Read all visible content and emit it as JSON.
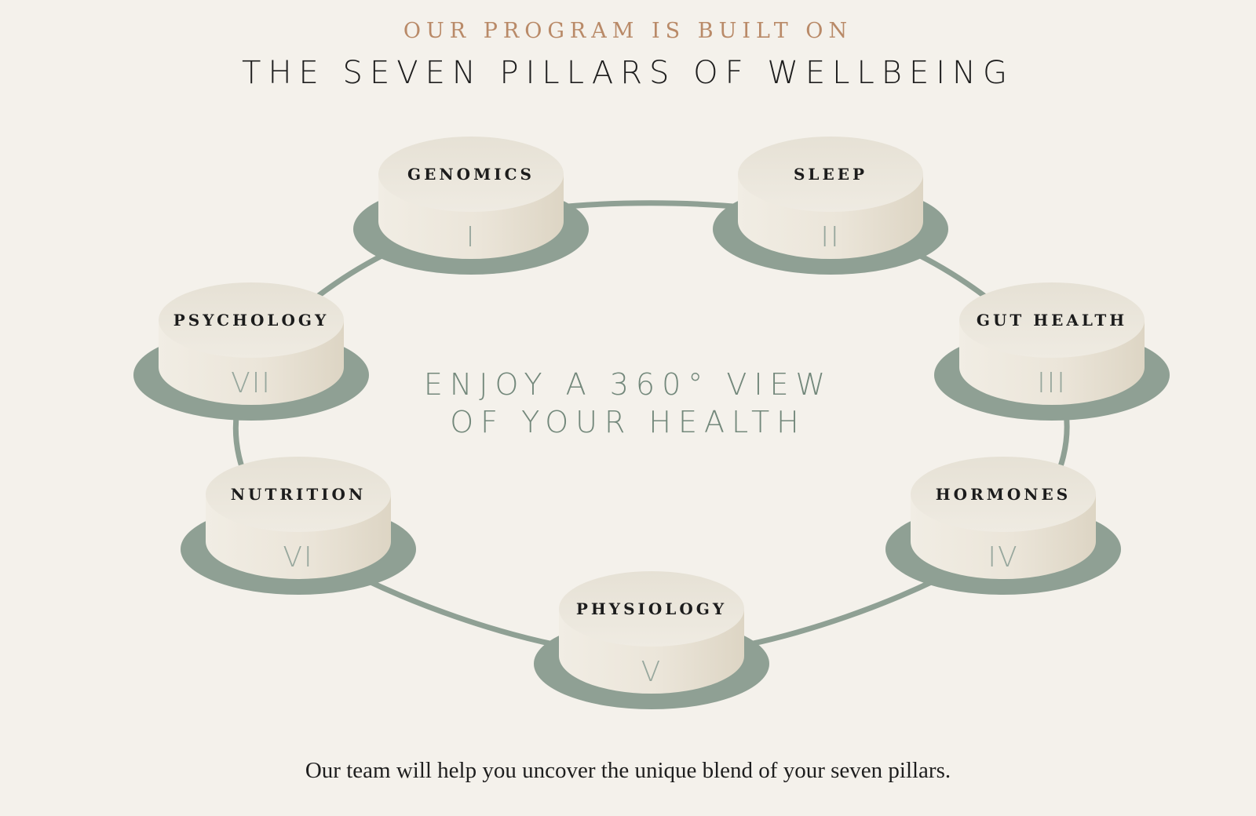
{
  "header": {
    "eyebrow": "OUR PROGRAM IS BUILT ON",
    "title": "THE SEVEN PILLARS OF WELLBEING"
  },
  "center": {
    "line1": "ENJOY A 360° VIEW",
    "line2": "OF YOUR HEALTH"
  },
  "pillars": [
    {
      "label": "GENOMICS",
      "numeral": "I"
    },
    {
      "label": "SLEEP",
      "numeral": "II"
    },
    {
      "label": "GUT HEALTH",
      "numeral": "III"
    },
    {
      "label": "HORMONES",
      "numeral": "IV"
    },
    {
      "label": "PHYSIOLOGY",
      "numeral": "V"
    },
    {
      "label": "NUTRITION",
      "numeral": "VI"
    },
    {
      "label": "PSYCHOLOGY",
      "numeral": "VII"
    }
  ],
  "footer": {
    "text": "Our team will help you uncover the unique blend of your seven pillars."
  },
  "colors": {
    "background": "#f4f1eb",
    "ring": "#8fa094",
    "pillar_top": "#ebe6da",
    "pillar_side": "#e5dfd1",
    "numeral": "#97a79d",
    "eyebrow": "#b98a68",
    "center_text": "#73887b"
  }
}
